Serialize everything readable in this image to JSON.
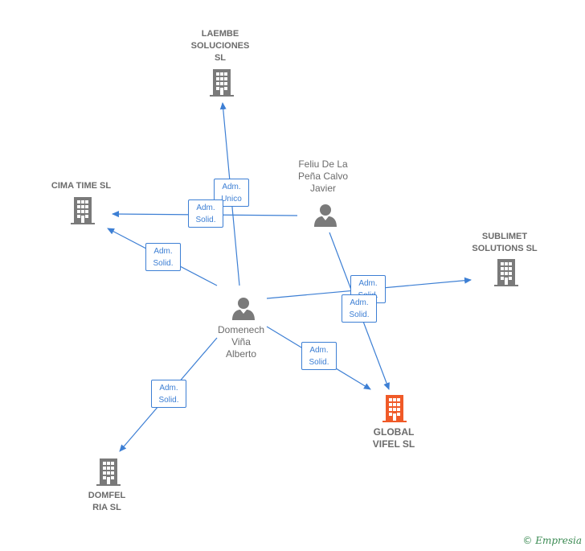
{
  "nodes": {
    "laembe": {
      "label": "LAEMBE\nSOLUCIONES\nSL",
      "type": "company"
    },
    "cima": {
      "label": "CIMA TIME  SL",
      "type": "company"
    },
    "sublimet": {
      "label": "SUBLIMET\nSOLUTIONS  SL",
      "type": "company"
    },
    "global": {
      "label": "GLOBAL\nVIFEL  SL",
      "type": "company-main"
    },
    "domfel": {
      "label": "DOMFEL\nRIA  SL",
      "type": "company"
    },
    "feliu": {
      "label": "Feliu De La\nPeña Calvo\nJavier",
      "type": "person"
    },
    "domenech": {
      "label": "Domenech\nViña\nAlberto",
      "type": "person"
    }
  },
  "edges": [
    {
      "from": "domenech",
      "to": "laembe",
      "label": "Adm.\nUnico"
    },
    {
      "from": "feliu",
      "to": "cima",
      "label": "Adm.\nSolid."
    },
    {
      "from": "domenech",
      "to": "cima",
      "label": "Adm.\nSolid."
    },
    {
      "from": "domenech",
      "to": "sublimet",
      "label": "Adm.\nSolid."
    },
    {
      "from": "feliu",
      "to": "global",
      "label": "Adm.\nSolid."
    },
    {
      "from": "domenech",
      "to": "global",
      "label": "Adm.\nSolid."
    },
    {
      "from": "domenech",
      "to": "domfel",
      "label": "Adm.\nSolid."
    }
  ],
  "colors": {
    "edge": "#3d7fd4",
    "company": "#7a7a7a",
    "main": "#f05a28",
    "person": "#7a7a7a"
  },
  "icons": {
    "company": "building-icon",
    "person": "person-icon"
  },
  "brand": {
    "symbol": "©",
    "name": "Empresia"
  }
}
